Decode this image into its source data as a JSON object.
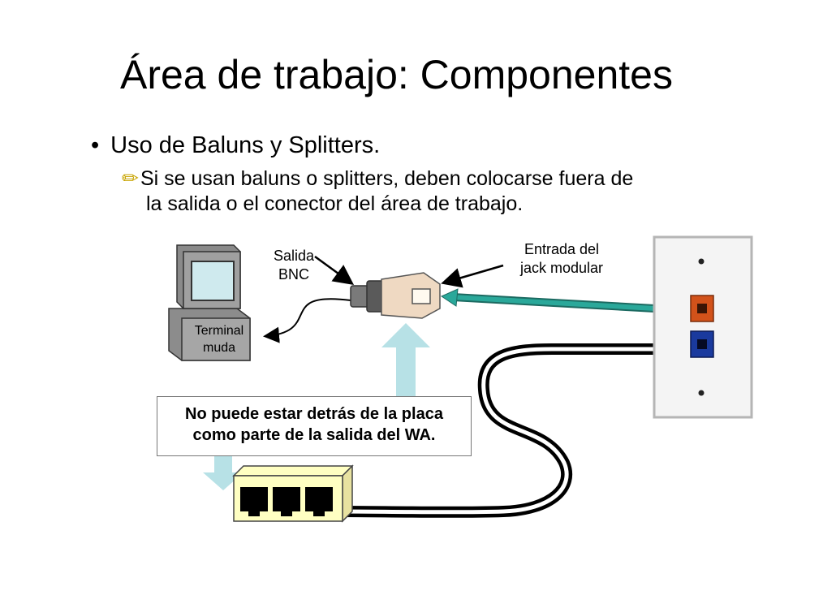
{
  "slide": {
    "title": "Área de trabajo: Componentes",
    "bullet_1": "Uso de Baluns y Splitters.",
    "bullet_2_line1": "Si se usan baluns o splitters, deben colocarse fuera de",
    "bullet_2_line2": "la salida o el conector del área de trabajo."
  },
  "diagram": {
    "label_salida_line1": "Salida",
    "label_salida_line2": "BNC",
    "label_entrada_line1": "Entrada del",
    "label_entrada_line2": "jack modular",
    "label_terminal_line1": "Terminal",
    "label_terminal_line2": "muda",
    "note_line1": "No puede estar detrás de la placa",
    "note_line2": "como parte de la salida del WA."
  },
  "colors": {
    "teal_cable": "#2aa89a",
    "light_blue_arrow": "#b7e1e6",
    "splitter_fill": "#ffffc2",
    "jack_orange": "#d2521a",
    "jack_blue": "#1a3a9e",
    "screen_fill": "#cfeaee"
  },
  "icons": {
    "bullet_marker": "pencil-icon"
  }
}
